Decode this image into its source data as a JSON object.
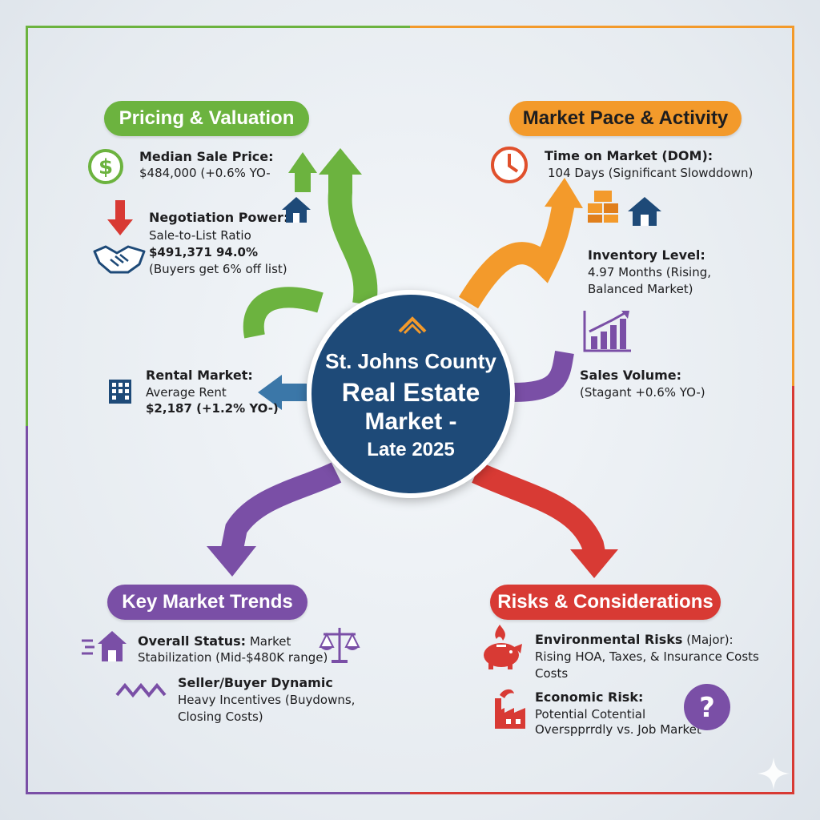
{
  "title": {
    "line1": "St. Johns County",
    "line2": "Real Estate",
    "line3": "Market -",
    "line4": "Late 2025"
  },
  "colors": {
    "green": "#6cb33f",
    "orange": "#f39a2b",
    "purple": "#7a4fa6",
    "red": "#d83a34",
    "navy": "#1e4a78",
    "steel": "#3b77a8"
  },
  "pricing": {
    "header": "Pricing & Valuation",
    "median_label": "Median Sale Price:",
    "median_value": "$484,000 (+0.6% YO-",
    "neg_label": "Negotiation Power:",
    "neg_line1": "Sale-to-List Ratio",
    "neg_line2": "$491,371 94.0%",
    "neg_line3": "(Buyers get 6% off list)"
  },
  "pace": {
    "header": "Market Pace & Activity",
    "dom_label": "Time on Market (DOM):",
    "dom_value": "104 Days (Significant Slowddown)",
    "inv_label": "Inventory Level:",
    "inv_line1": "4.97 Months (Rising,",
    "inv_line2": "Balanced Market)",
    "sales_label": "Sales Volume:",
    "sales_value": "(Stagant +0.6% YO-)"
  },
  "rental": {
    "label": "Rental Market:",
    "line1": "Average Rent",
    "line2": "$2,187 (+1.2% YO-)"
  },
  "trends": {
    "header": "Key Market Trends",
    "status_label": "Overall Status:",
    "status_line1": "Market",
    "status_line2": "Stabilization (Mid-$480K range)",
    "dyn_label": "Seller/Buyer Dynamic",
    "dyn_line1": "Heavy Incentives (Buydowns,",
    "dyn_line2": "Closing Costs)"
  },
  "risks": {
    "header": "Risks & Considerations",
    "env_label": "Environmental Risks",
    "env_suffix": "(Major):",
    "env_line1": "Rising HOA, Taxes, & Insurance Costs",
    "env_line2": "Costs",
    "econ_label": "Economic Risk:",
    "econ_line1": "Potential Cotential",
    "econ_line2": "Overspprrdly vs. Job Market"
  },
  "icons": [
    "dollar-icon",
    "arrow-down-icon",
    "handshake-icon",
    "house-icon",
    "clock-icon",
    "boxes-icon",
    "bar-chart-up-icon",
    "building-icon",
    "fast-house-icon",
    "scales-icon",
    "zigzag-icon",
    "fire-piggy-icon",
    "factory-icon",
    "question-icon",
    "roof-logo-icon",
    "sparkle-icon"
  ]
}
